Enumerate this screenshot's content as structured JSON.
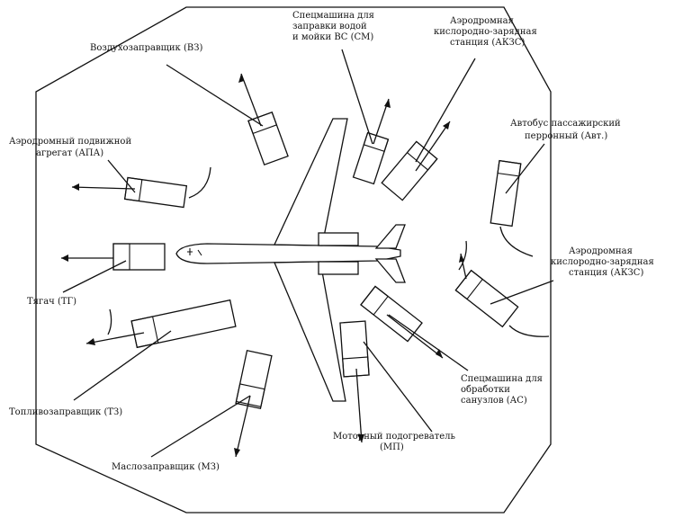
{
  "labels": {
    "vz": "Воздухозаправщик (ВЗ)",
    "sm1": "Спецмашина для",
    "sm2": "заправки водой",
    "sm3": "и мойки ВС (СМ)",
    "akzs_top1": "Аэродромная",
    "akzs_top2": "кислородно-зарядная",
    "akzs_top3": "станция (АКЗС)",
    "bus1": "Автобус пассажирский",
    "bus2": "перронный (Авт.)",
    "apa1": "Аэродромный подвижной",
    "apa2": "агрегат (АПА)",
    "akzs_r1": "Аэродромная",
    "akzs_r2": "кислородно-зарядная",
    "akzs_r3": "станция (АКЗС)",
    "tg": "Тягач (ТГ)",
    "as1": "Спецмашина для",
    "as2": "обработки",
    "as3": "санузлов (АС)",
    "tz": "Топливозаправщик (ТЗ)",
    "mp1": "Моторный подогреватель",
    "mp2": "(МП)",
    "mz": "Маслозаправщик (МЗ)"
  },
  "colors": {
    "ink": "#111111",
    "background": "#ffffff"
  }
}
